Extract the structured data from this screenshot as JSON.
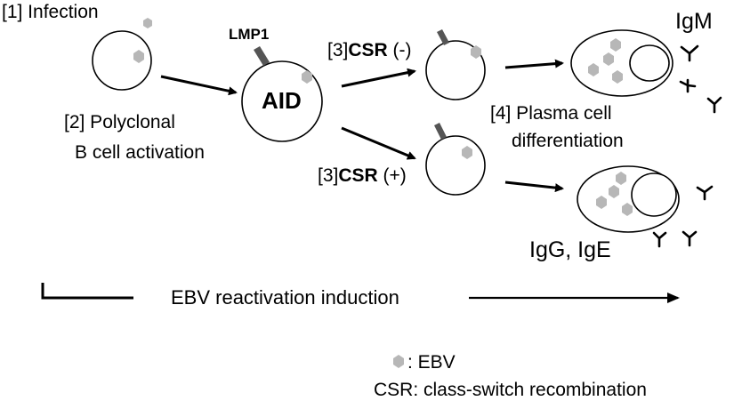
{
  "steps": {
    "infection": "[1] Infection",
    "polyclonal_line1": "[2] Polyclonal",
    "polyclonal_line2": "B cell activation",
    "csr_minus_prefix": "[3]",
    "csr_minus_bold": "CSR",
    "csr_minus_suffix": " (-)",
    "csr_plus_prefix": "[3]",
    "csr_plus_bold": "CSR",
    "csr_plus_suffix": " (+)",
    "plasma_line1": "[4] Plasma cell",
    "plasma_line2": "differentiation"
  },
  "labels": {
    "lmp1": "LMP1",
    "aid": "AID",
    "igm": "IgM",
    "igg_ige": "IgG, IgE",
    "ebv_reactivation": "EBV reactivation induction"
  },
  "legend": {
    "ebv": ": EBV",
    "csr": "CSR: class-switch recombination"
  },
  "colors": {
    "virus": "#b7b7b7",
    "receptor": "#555555"
  }
}
